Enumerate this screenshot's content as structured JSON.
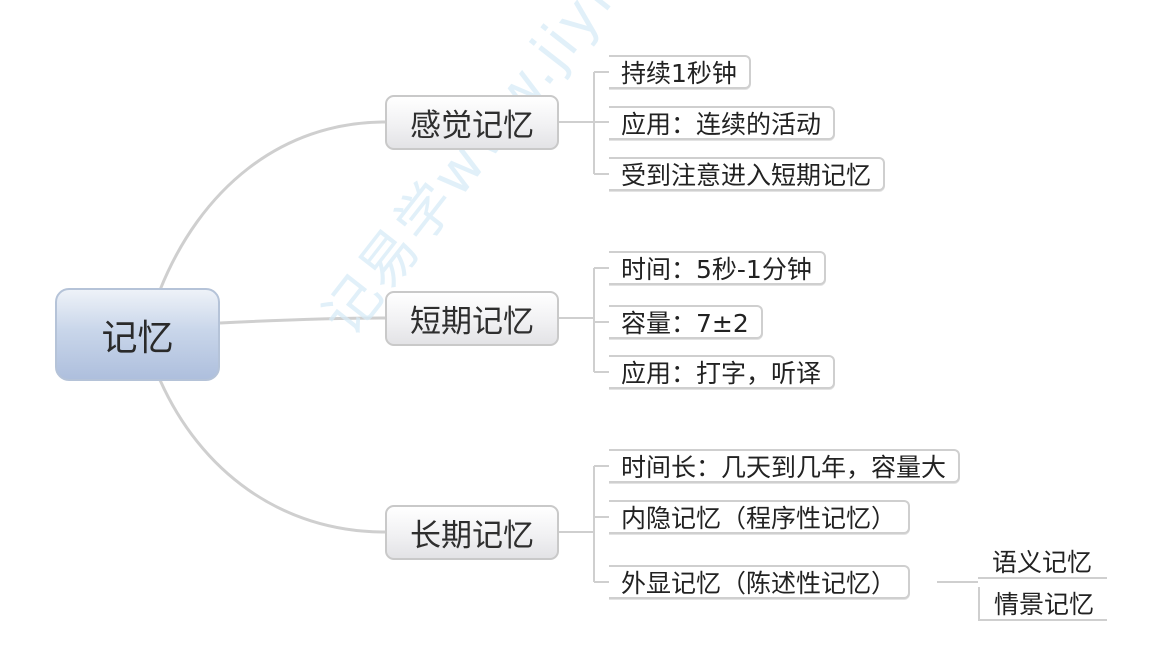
{
  "watermark": "记易学www.jiyixue.com",
  "root": "记忆",
  "branches": [
    {
      "label": "感觉记忆",
      "leaves": [
        "持续1秒钟",
        "应用：连续的活动",
        "受到注意进入短期记忆"
      ]
    },
    {
      "label": "短期记忆",
      "leaves": [
        "时间：5秒-1分钟",
        "容量：7±2",
        "应用：打字，听译"
      ]
    },
    {
      "label": "长期记忆",
      "leaves": [
        "时间长：几天到几年，容量大",
        "内隐记忆（程序性记忆）",
        "外显记忆（陈述性记忆）"
      ],
      "subleaves": [
        "语义记忆",
        "情景记忆"
      ]
    }
  ],
  "colors": {
    "connector": "#c8c8c8",
    "root_fill": "#c9d6ea",
    "watermark": "#d8ecf7"
  }
}
